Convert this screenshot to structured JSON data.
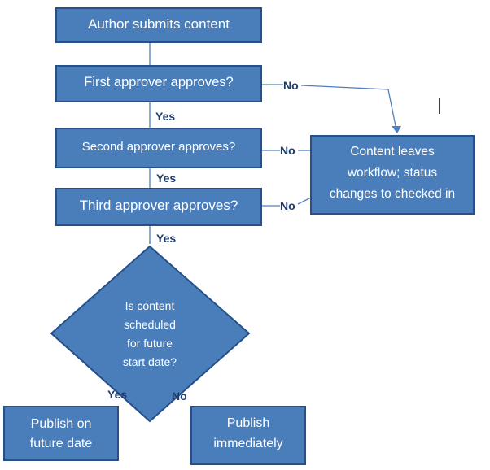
{
  "nodes": {
    "author": {
      "text": [
        "Author submits content"
      ]
    },
    "first": {
      "text": [
        "First approver approves?"
      ]
    },
    "second": {
      "text": [
        "Second approver approves?"
      ]
    },
    "third": {
      "text": [
        "Third approver approves?"
      ]
    },
    "leaves": {
      "text": [
        "Content leaves",
        "workflow; status",
        "changes to checked in"
      ]
    },
    "scheduled": {
      "text": [
        "Is content",
        "scheduled",
        "for future",
        "start date?"
      ]
    },
    "future": {
      "text": [
        "Publish on",
        "future date"
      ]
    },
    "immediately": {
      "text": [
        "Publish",
        "immediately"
      ]
    }
  },
  "labels": {
    "yes_1": "Yes",
    "yes_2": "Yes",
    "yes_3": "Yes",
    "no_1": "No",
    "no_2": "No",
    "no_3": "No",
    "yes_schedule": "Yes",
    "no_schedule": "No"
  },
  "colors": {
    "box_fill": "#4a7ebb",
    "box_border": "#25508a",
    "connector": "#4f7fbf",
    "label": "#1f3d6b"
  }
}
